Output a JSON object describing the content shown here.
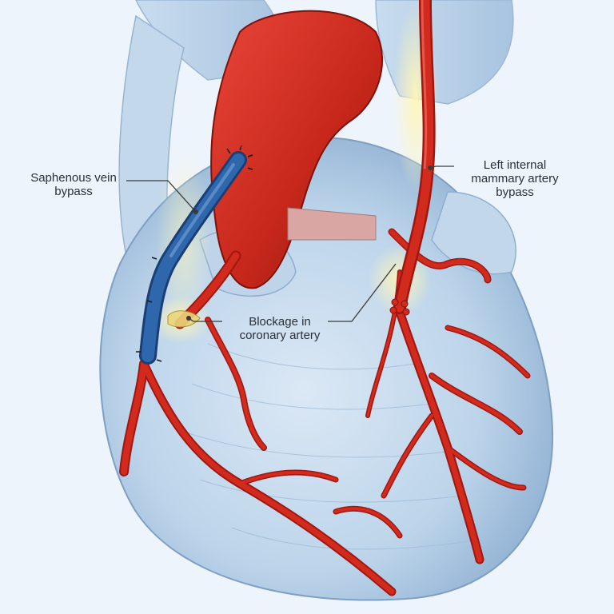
{
  "labels": {
    "saphenous_vein": "Saphenous vein\nbypass",
    "mammary_artery": "Left internal\nmammary artery\nbypass",
    "blockage": "Blockage in\ncoronary artery"
  },
  "colors": {
    "background": "#eef4fb",
    "heart_body": "#bcd4ea",
    "heart_shadow": "#8fb1d3",
    "artery_red": "#d22b1e",
    "artery_dark": "#9f1710",
    "vein_blue": "#2f67ad",
    "vein_dark": "#1b3f74",
    "leader_line": "#3a3a3a",
    "highlight_glow": "#fff5b0"
  },
  "icons": [
    "heart-illustration",
    "saphenous-vein-graft",
    "mammary-artery-graft",
    "aorta",
    "coronary-blockage"
  ]
}
